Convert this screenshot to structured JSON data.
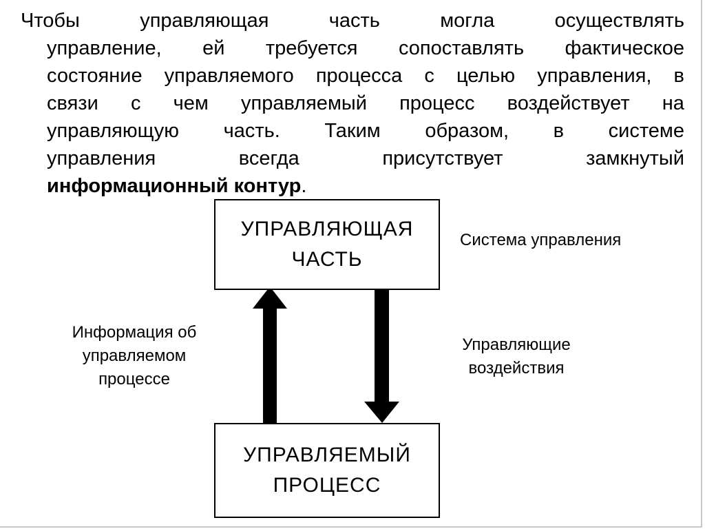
{
  "paragraph": {
    "lines": [
      [
        "Чтобы",
        "управляющая",
        "часть",
        "могла",
        "осуществлять"
      ],
      [
        "управление,",
        "ей",
        "требуется",
        "сопоставлять",
        "фактическое"
      ],
      [
        "состояние",
        "управляемого",
        "процесса",
        "с",
        "целью",
        "управления,",
        "в"
      ],
      [
        "связи",
        "с",
        "чем",
        "управляемый",
        "процесс",
        "воздействует",
        "на"
      ],
      [
        "управляющую",
        "часть.",
        "Таким",
        "образом,",
        "в",
        "системе"
      ],
      [
        "управления",
        "всегда",
        "присутствует",
        "замкнутый"
      ]
    ],
    "bold_phrase": "информационный контур",
    "end_punct": "."
  },
  "diagram": {
    "top_box": {
      "line1": "УПРАВЛЯЮЩАЯ",
      "line2": "ЧАСТЬ"
    },
    "bottom_box": {
      "line1": "УПРАВЛЯЕМЫЙ",
      "line2": "ПРОЦЕСС"
    },
    "system_label": "Система управления",
    "info_label": {
      "line1": "Информация об",
      "line2": "управляемом",
      "line3": "процессе"
    },
    "control_label": {
      "line1": "Управляющие",
      "line2": "воздействия"
    },
    "arrows": [
      {
        "from": "bottom_box",
        "to": "top_box",
        "label": "info_label"
      },
      {
        "from": "top_box",
        "to": "bottom_box",
        "label": "control_label"
      }
    ]
  }
}
